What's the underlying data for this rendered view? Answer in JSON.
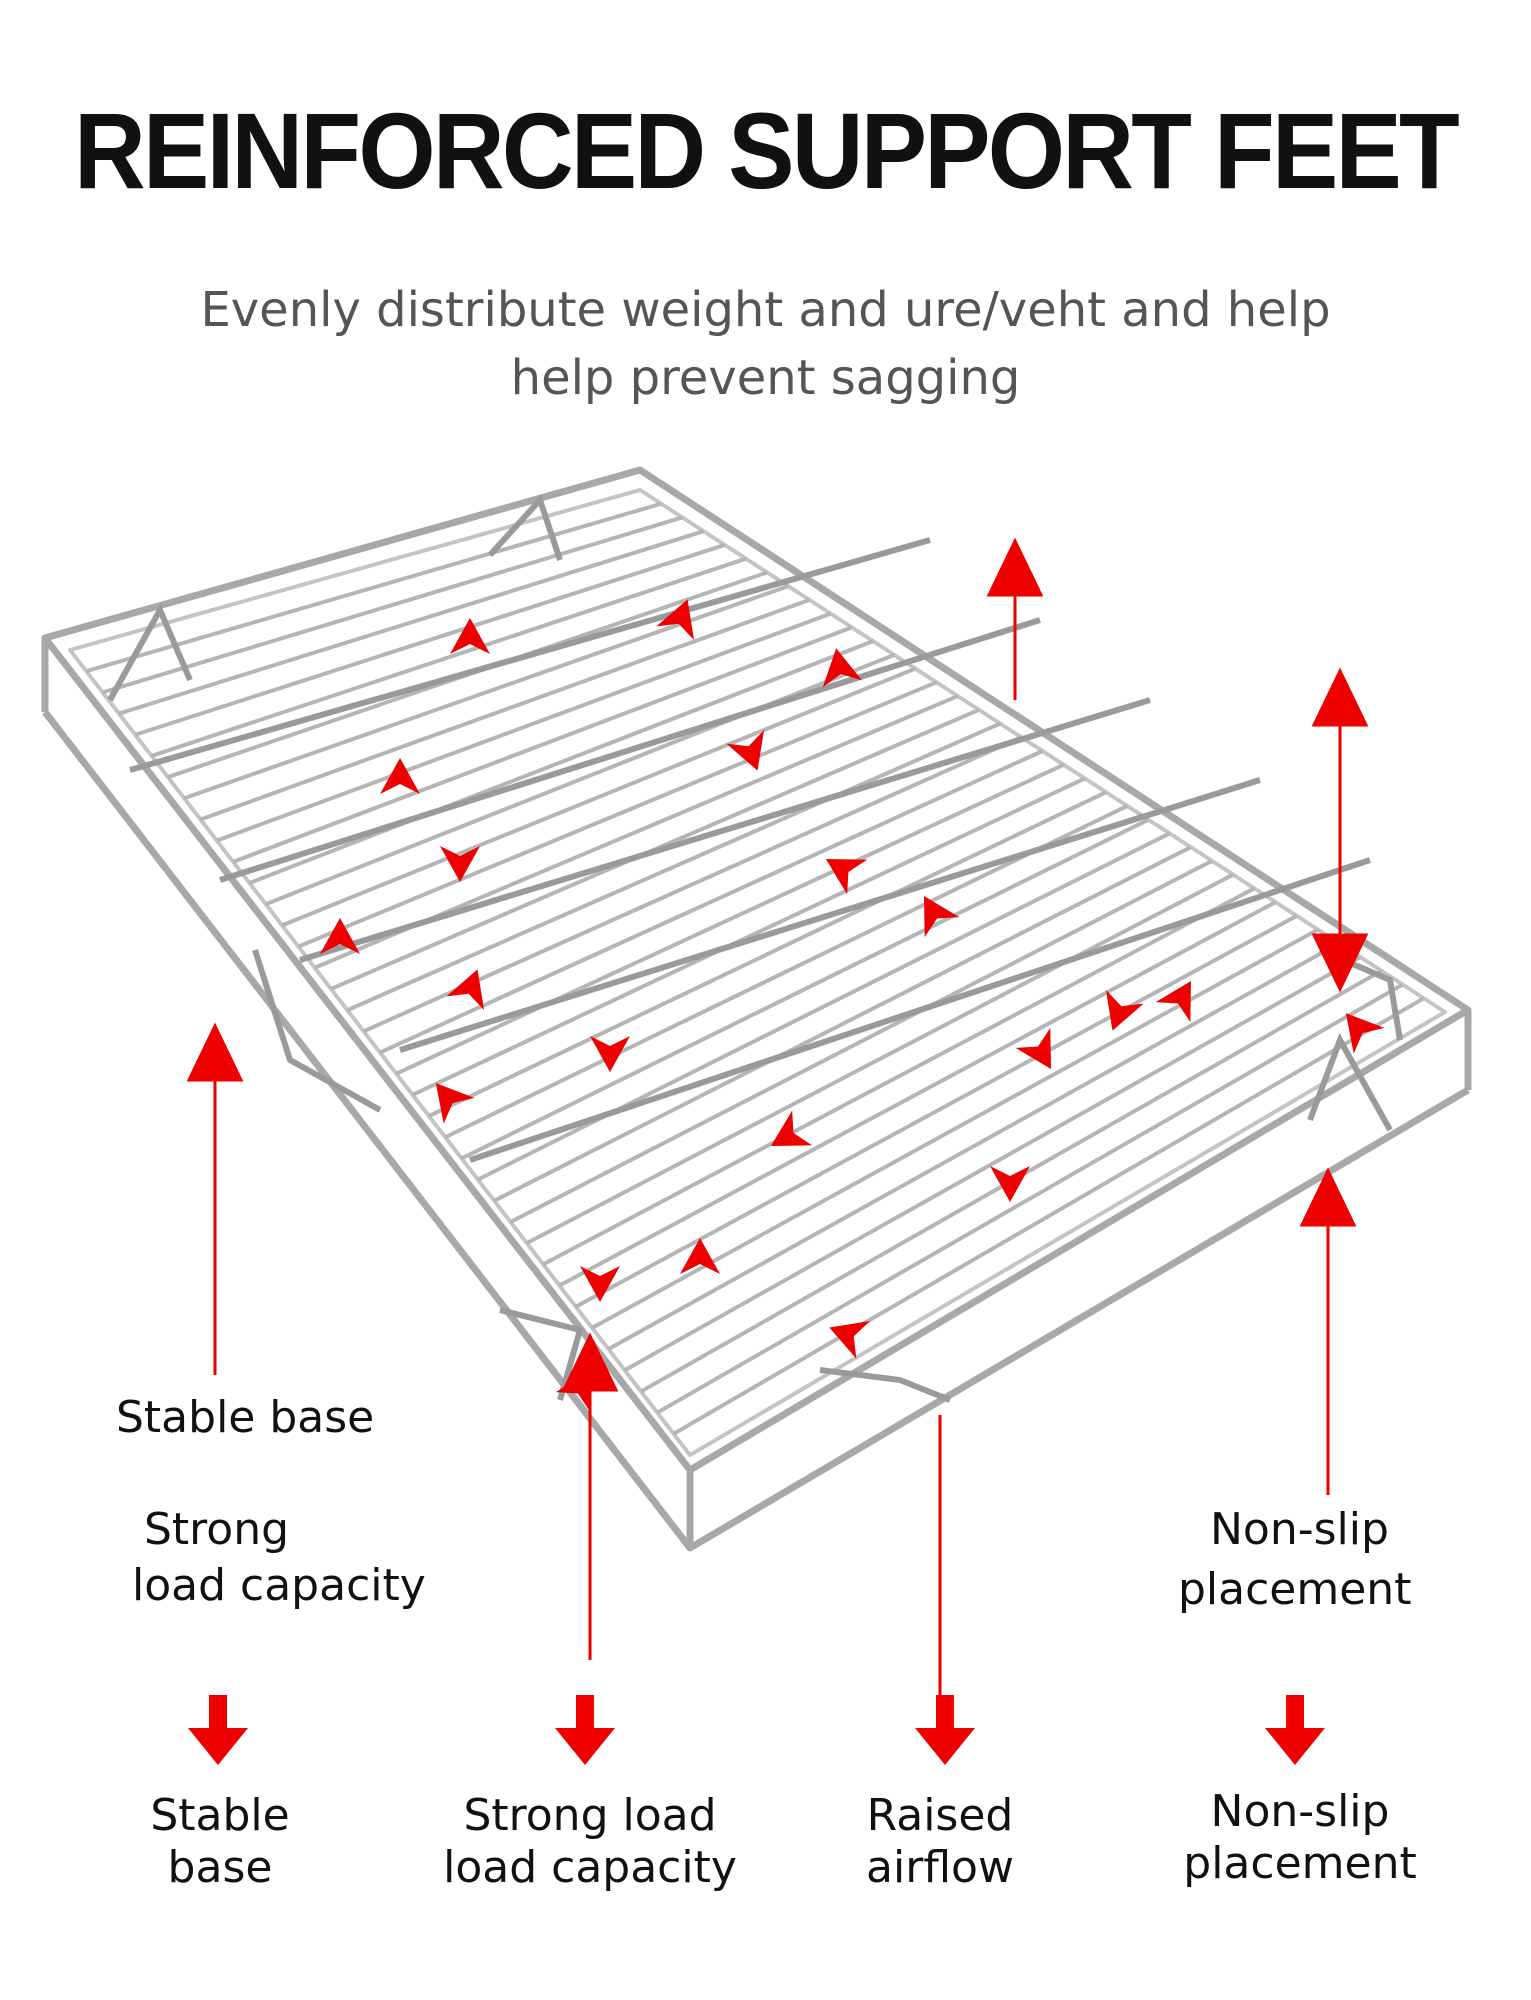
{
  "title": "REINFORCED SUPPORT FEET",
  "subtitle_line1": "Evenly distribute weight and ure/veht and help",
  "subtitle_line2": "help prevent sagging",
  "callouts": {
    "stable_base": "Stable base",
    "strong_line1": "Strong",
    "strong_line2": "load capacity",
    "nonslip_line1": "Non-slip",
    "nonslip_line2": "placement"
  },
  "bottom_row": [
    {
      "line1": "Stable",
      "line2": "base"
    },
    {
      "line1": "Strong load",
      "line2": "load capacity"
    },
    {
      "line1": "Raised",
      "line2": "airflow"
    },
    {
      "line1": "Non-slip",
      "line2": "placement"
    }
  ],
  "colors": {
    "arrow": "#ee0000",
    "wire": "#9a9a9a",
    "title": "#111111",
    "subtitle": "#555555"
  },
  "icons": [
    "red-arrow-up-icon",
    "red-arrow-down-icon"
  ]
}
